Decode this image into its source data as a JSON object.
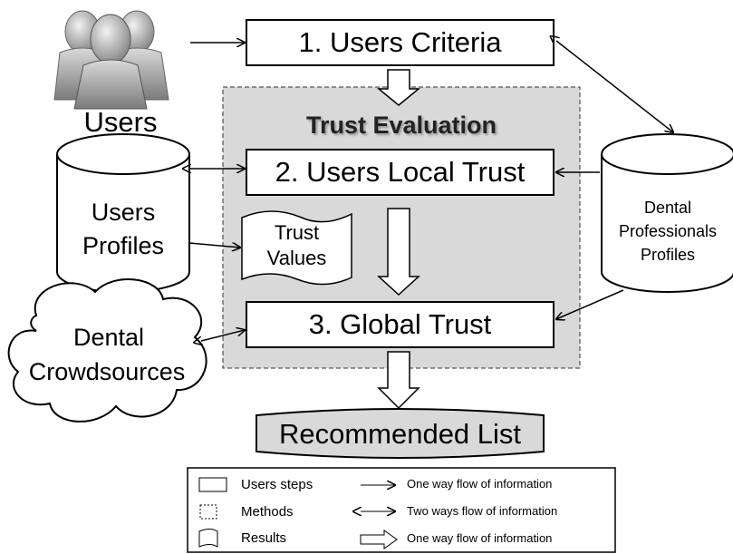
{
  "steps": {
    "users_criteria": "1. Users Criteria",
    "users_local_trust": "2. Users Local Trust",
    "global_trust": "3. Global Trust"
  },
  "method": {
    "title": "Trust Evaluation"
  },
  "actors": {
    "users": "Users",
    "users_profiles_line1": "Users",
    "users_profiles_line2": "Profiles",
    "dental_crowd_line1": "Dental",
    "dental_crowd_line2": "Crowdsources",
    "dental_prof_line1": "Dental",
    "dental_prof_line2": "Professionals",
    "dental_prof_line3": "Profiles"
  },
  "results": {
    "trust_values_line1": "Trust",
    "trust_values_line2": "Values",
    "recommended_list": "Recommended List"
  },
  "legend": {
    "users_steps": "Users steps",
    "methods": "Methods",
    "results": "Results",
    "one_way": "One way flow of information",
    "two_ways": "Two ways flow of information",
    "one_way_big": "One way flow of information"
  }
}
